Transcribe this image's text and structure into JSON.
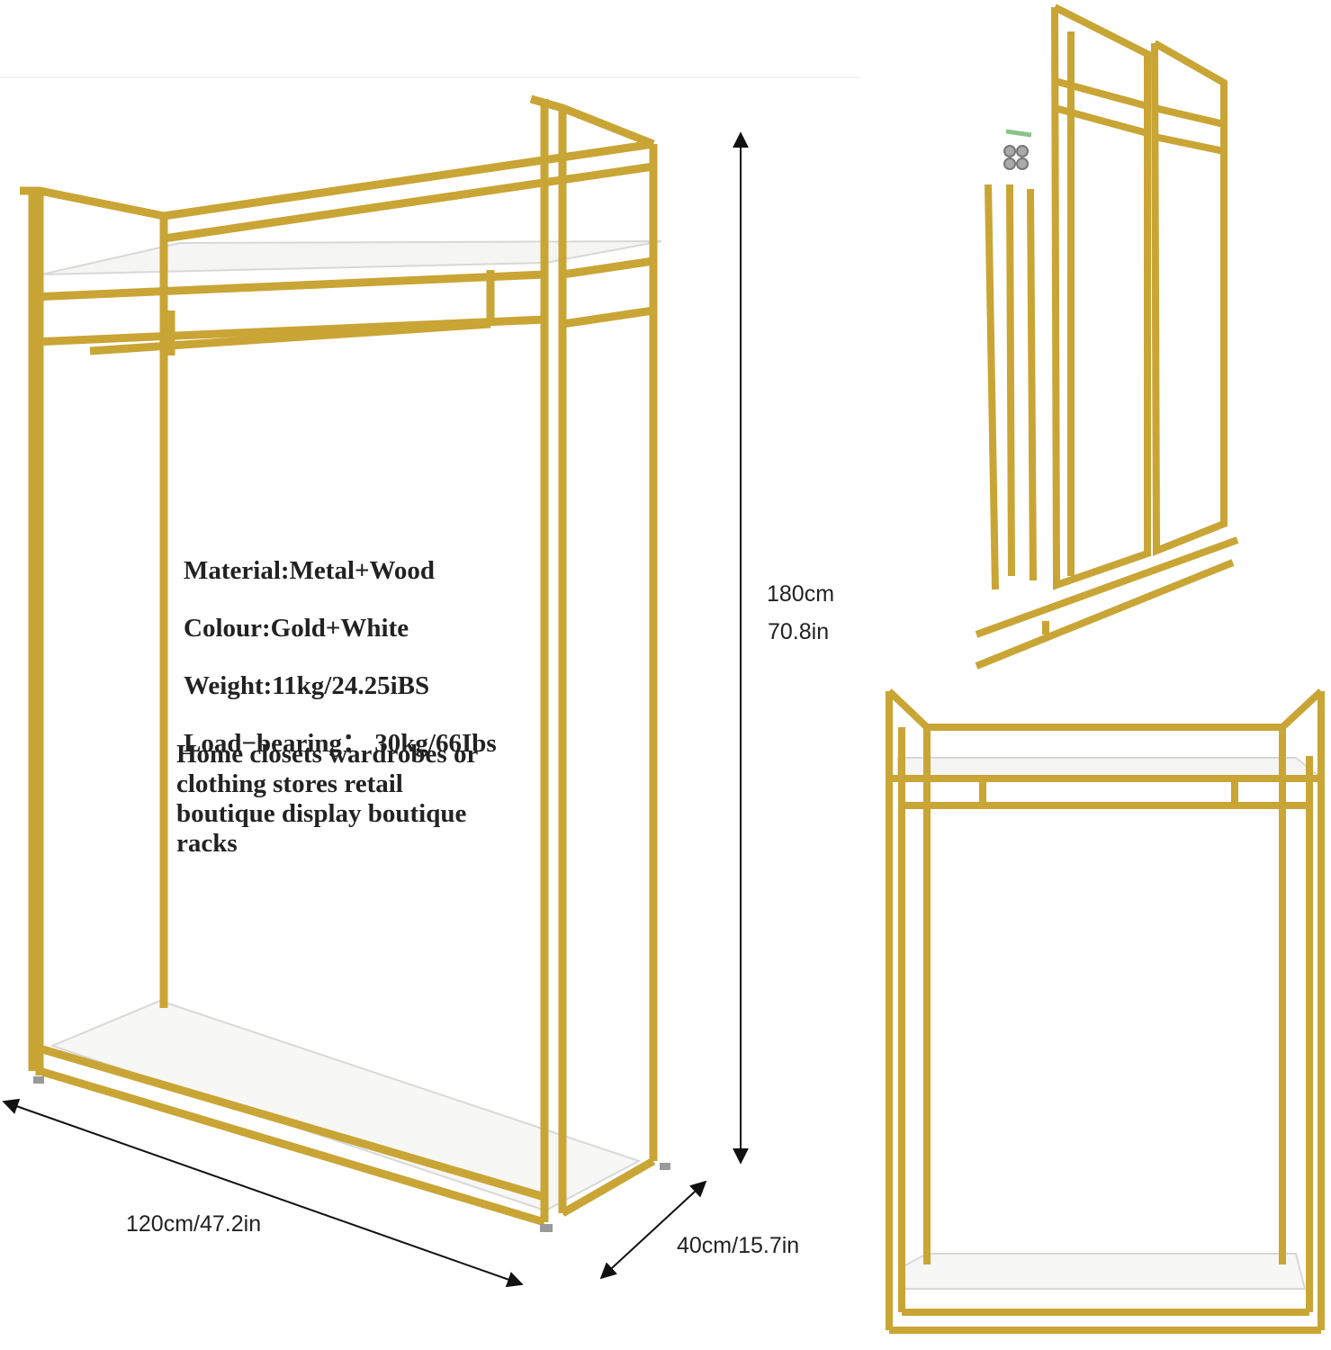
{
  "specs": {
    "material": "Material:Metal+Wood",
    "colour": "Colour:Gold+White",
    "weight": "Weight:11kg/24.25iBS",
    "load": "Load−bearing： 30kg/66Ibs"
  },
  "usage": "Home closets wardrobes or\nclothing stores retail\nboutique display boutique\nracks",
  "dimensions": {
    "height_cm": "180cm",
    "height_in": "70.8in",
    "width": "120cm/47.2in",
    "depth": "40cm/15.7in"
  },
  "colors": {
    "gold": "#c9a536",
    "gold_dark": "#a9861f",
    "shelf": "#f7f7f5",
    "text": "#222222"
  }
}
